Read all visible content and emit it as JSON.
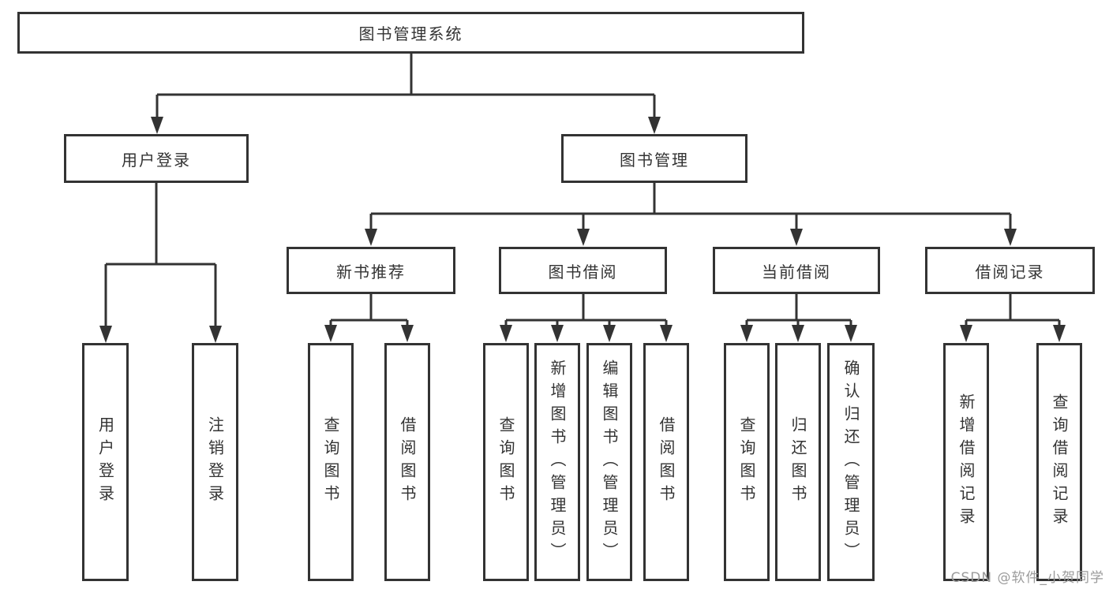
{
  "tree": {
    "label": "图书管理系统",
    "children": [
      {
        "label": "用户登录",
        "children": [
          {
            "label": "用户登录"
          },
          {
            "label": "注销登录"
          }
        ]
      },
      {
        "label": "图书管理",
        "children": [
          {
            "label": "新书推荐",
            "children": [
              {
                "label": "查询图书"
              },
              {
                "label": "借阅图书"
              }
            ]
          },
          {
            "label": "图书借阅",
            "children": [
              {
                "label": "查询图书"
              },
              {
                "label": "新增图书（管理员）"
              },
              {
                "label": "编辑图书（管理员）"
              },
              {
                "label": "借阅图书"
              }
            ]
          },
          {
            "label": "当前借阅",
            "children": [
              {
                "label": "查询图书"
              },
              {
                "label": "归还图书"
              },
              {
                "label": "确认归还（管理员）"
              }
            ]
          },
          {
            "label": "借阅记录",
            "children": [
              {
                "label": "新增借阅记录"
              },
              {
                "label": "查询借阅记录"
              }
            ]
          }
        ]
      }
    ]
  },
  "watermark": "CSDN @软件_小贺同学",
  "colors": {
    "line": "#333333",
    "box_border": "#333333",
    "text": "#333333",
    "watermark": "#9b9b9b",
    "background": "#ffffff"
  }
}
